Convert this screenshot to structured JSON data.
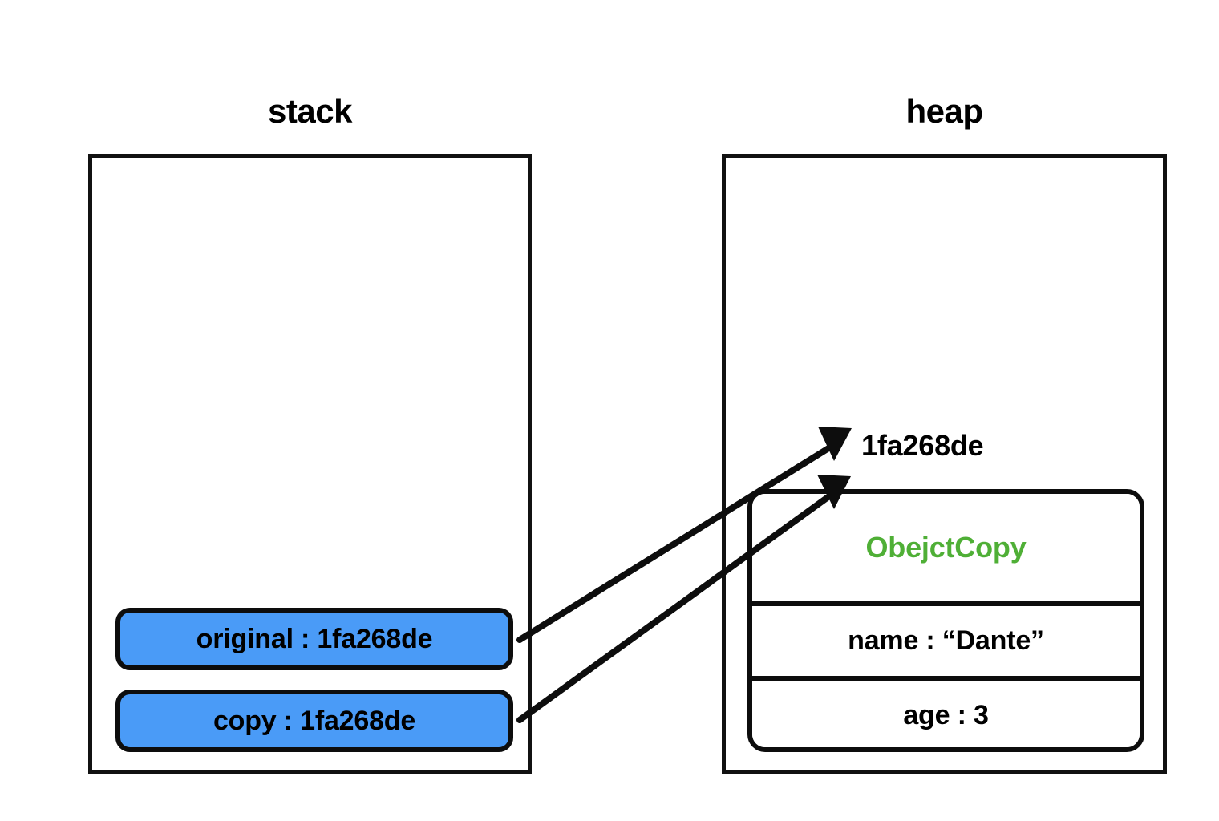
{
  "diagram": {
    "title_stack": "stack",
    "title_heap": "heap",
    "address": "1fa268de"
  },
  "stack": {
    "label": "stack",
    "variables": [
      {
        "name": "original",
        "separator": " : ",
        "value": "1fa268de",
        "text": "original : 1fa268de",
        "fill_color": "#4A9BF7"
      },
      {
        "name": "copy",
        "separator": " : ",
        "value": "1fa268de",
        "text": "copy : 1fa268de",
        "fill_color": "#4A9BF7"
      }
    ]
  },
  "heap": {
    "label": "heap",
    "address_label": "1fa268de",
    "object": {
      "class_name": "ObejctCopy",
      "class_color": "#4FAF36",
      "fields": [
        {
          "key": "name",
          "value": "“Dante”",
          "text": "name : “Dante”"
        },
        {
          "key": "age",
          "value": "3",
          "text": "age : 3"
        }
      ]
    }
  },
  "arrows": [
    {
      "from": "original",
      "to": "heap-address",
      "label": ""
    },
    {
      "from": "copy",
      "to": "heap-object",
      "label": ""
    }
  ],
  "colors": {
    "stroke": "#0d0d0d",
    "variable_fill": "#4A9BF7",
    "class_text": "#4FAF36",
    "background": "#ffffff",
    "text": "#000000"
  }
}
